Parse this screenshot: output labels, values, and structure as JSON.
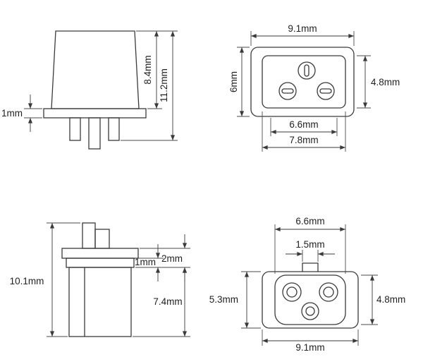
{
  "drawing": {
    "background": "#ffffff",
    "stroke_color": "#3a3a3a",
    "views": {
      "side_top": {
        "dims": {
          "flange": "1mm",
          "body": "8.4mm",
          "total": "11.2mm"
        }
      },
      "face_front": {
        "dims": {
          "outer_width": "9.1mm",
          "outer_height": "6mm",
          "inner_height": "4.8mm",
          "inner_width": "6.6mm",
          "recess_width": "7.8mm"
        }
      },
      "side_bottom": {
        "dims": {
          "total": "10.1mm",
          "flange": "1mm",
          "collar": "2mm",
          "body": "7.4mm"
        }
      },
      "face_back": {
        "dims": {
          "inner_width": "6.6mm",
          "tab": "1.5mm",
          "outer_height": "5.3mm",
          "inner_height": "4.8mm",
          "outer_width": "9.1mm"
        }
      }
    }
  }
}
